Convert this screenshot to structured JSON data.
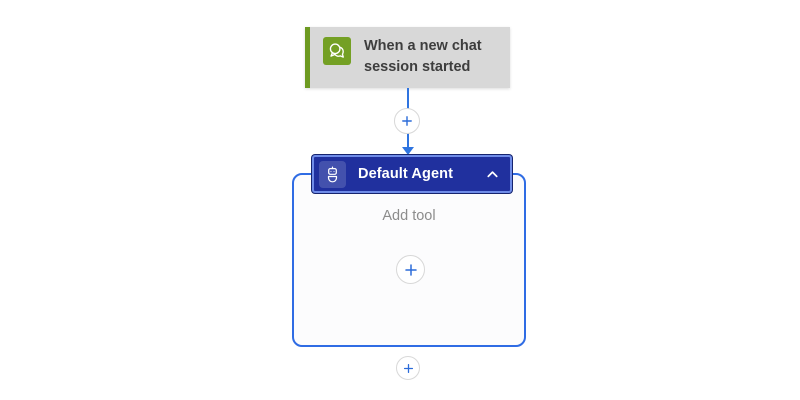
{
  "flow": {
    "trigger": {
      "title": "When a new chat session started"
    },
    "agent": {
      "title": "Default Agent",
      "placeholder": "Add tool"
    }
  },
  "icons": {
    "trigger": "chat-bubbles-icon",
    "agent": "bot-icon",
    "collapse": "chevron-up-icon",
    "insert": "plus-icon",
    "connector_end": "arrow-down"
  },
  "colors": {
    "trigger_accent": "#6d9a21",
    "trigger_icon_bg": "#74a024",
    "trigger_card_bg": "#d8d8d8",
    "trigger_text": "#3d3d3d",
    "agent_header_bg": "#20309e",
    "agent_header_border": "#6f8ce8",
    "agent_header_ring": "#16246e",
    "agent_body_border": "#2f6ce4",
    "agent_body_bg": "#fcfcfd",
    "connector": "#2f74e0",
    "plus": "#2b6bd9",
    "plus_ring": "#d8d8d8",
    "placeholder_text": "#8c8c8c"
  }
}
